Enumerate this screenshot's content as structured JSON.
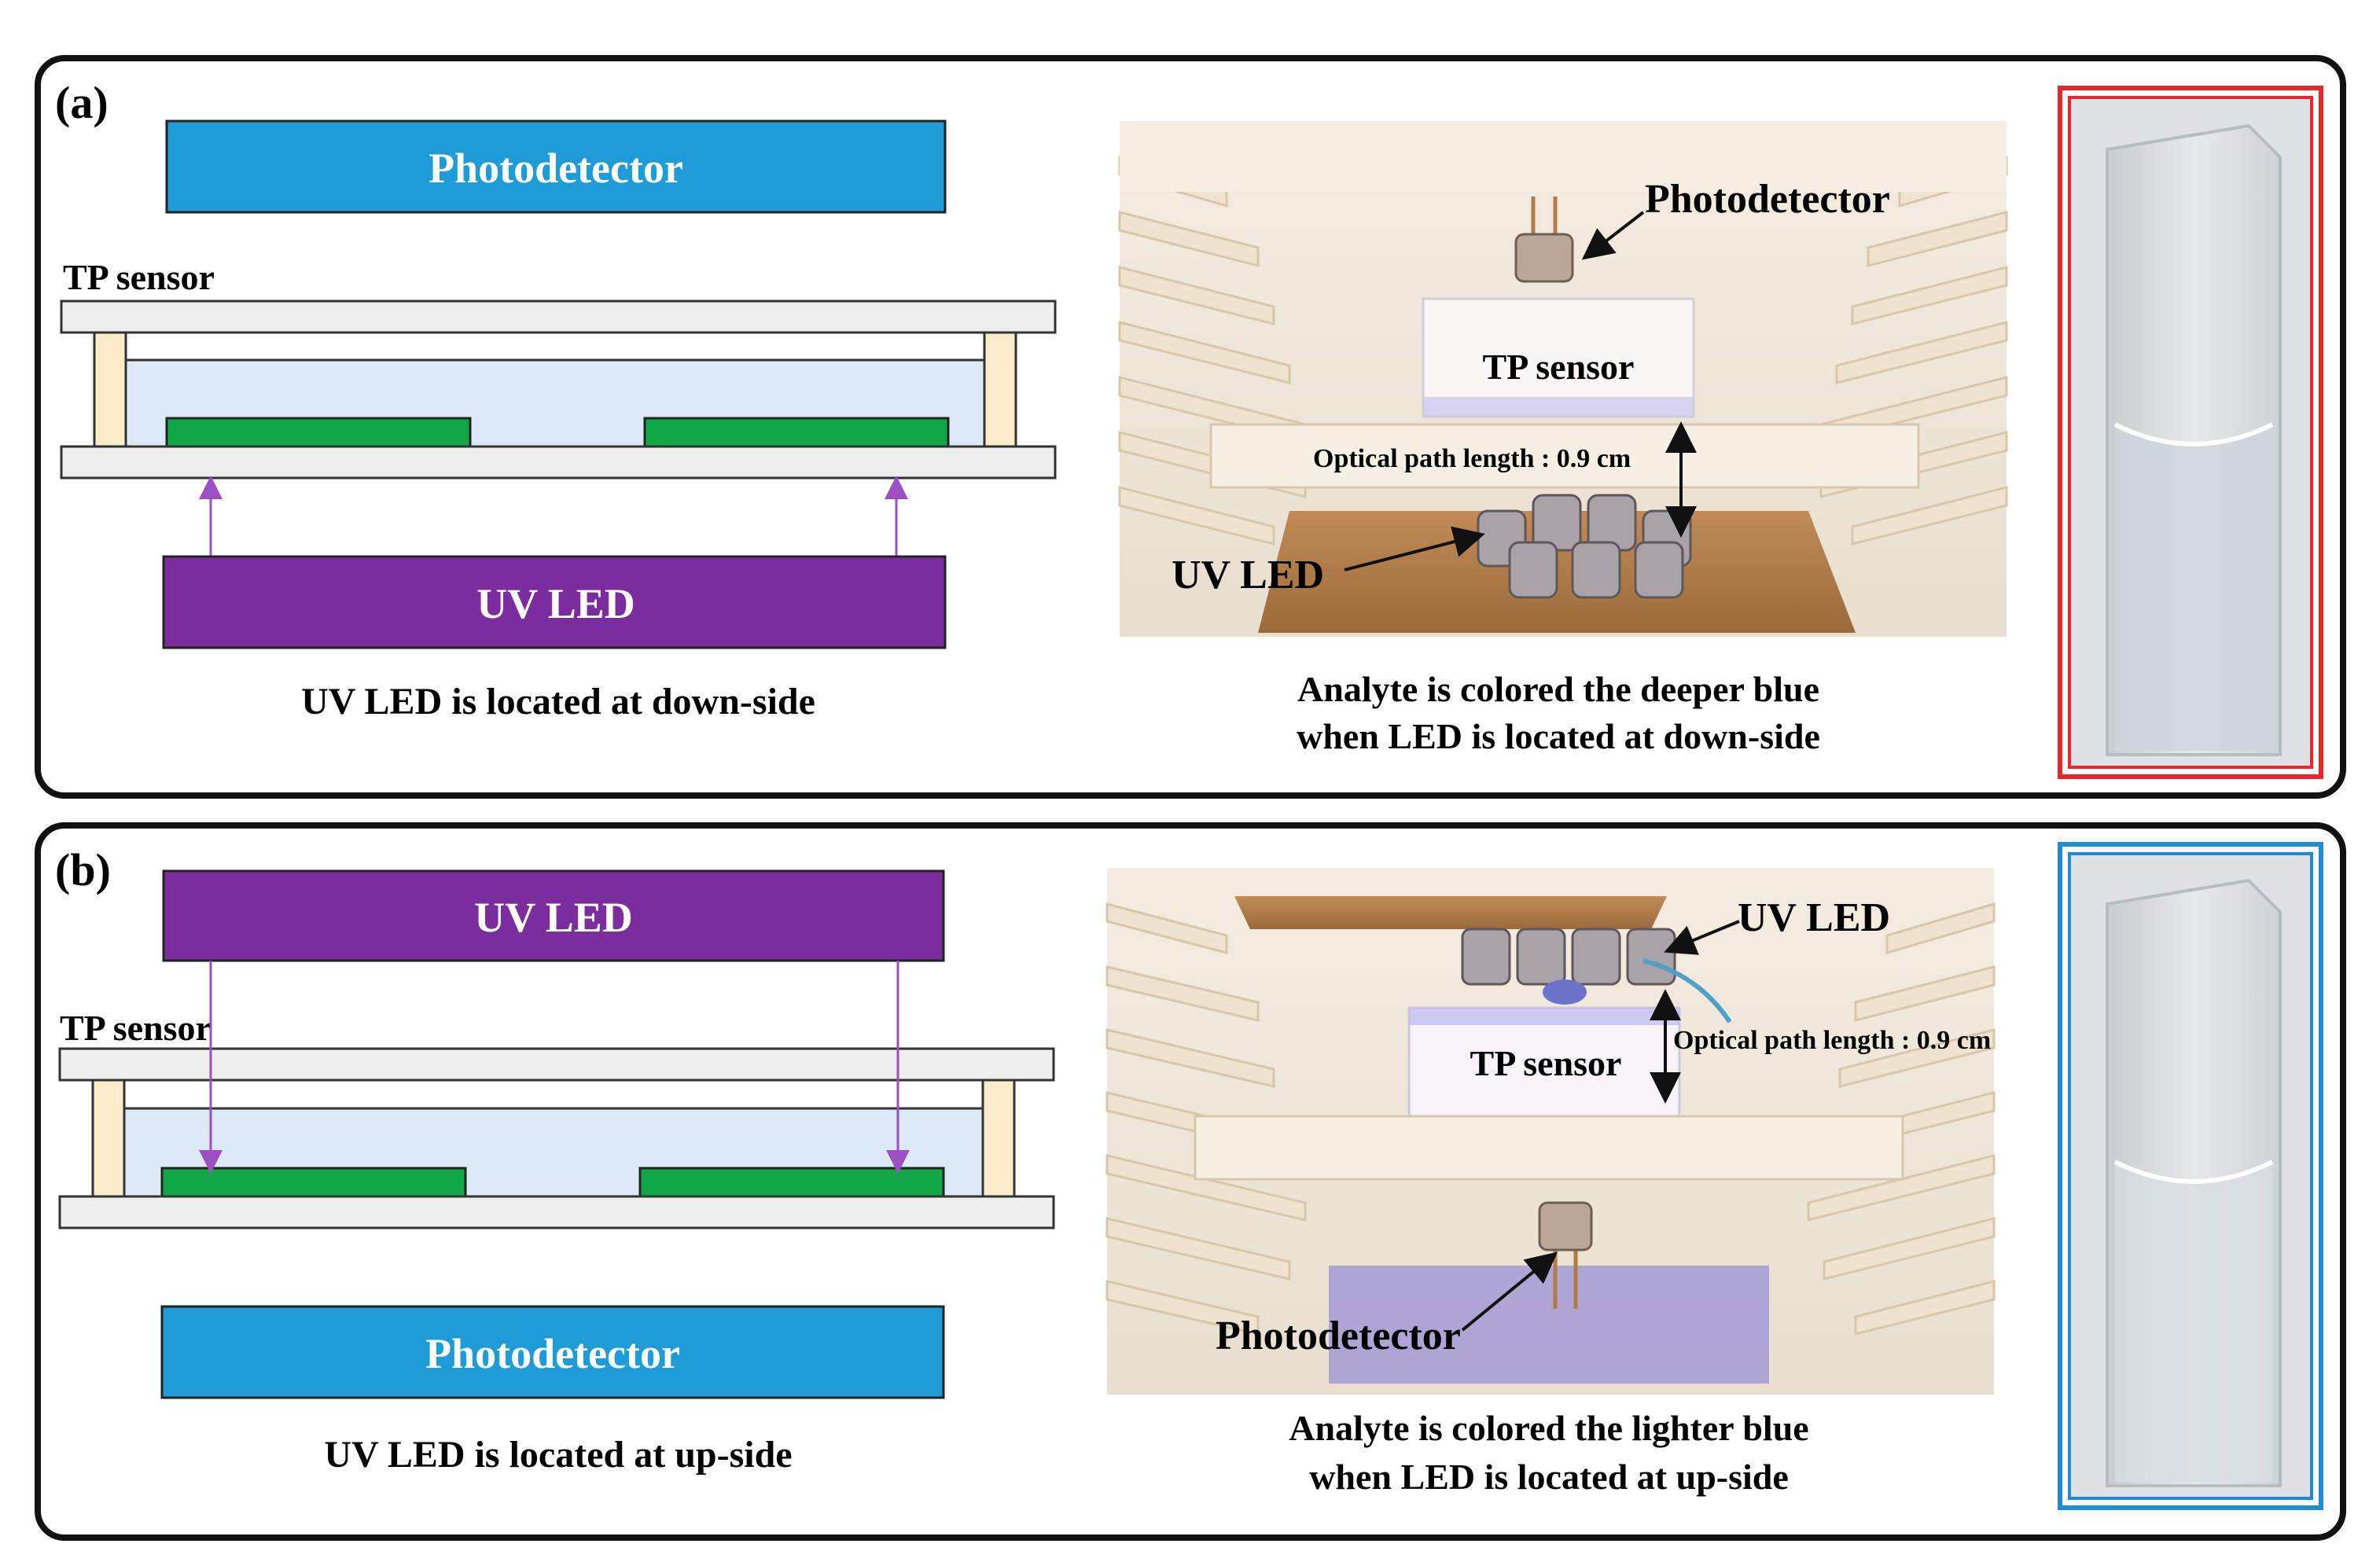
{
  "panels": [
    {
      "tag": "(a)",
      "top_box_label": "Photodetector",
      "bottom_box_label": "UV LED",
      "sensor_label": "TP sensor",
      "schematic_caption": "UV LED is located at down-side",
      "photo_labels": {
        "top": "Photodetector",
        "sensor": "TP sensor",
        "path": "Optical path length : 0.9 cm",
        "bottom": "UV LED"
      },
      "photo_caption_line1": "Analyte is colored the deeper blue",
      "photo_caption_line2": "when LED is located at down-side",
      "cuvette_frame_color": "#e8262b"
    },
    {
      "tag": "(b)",
      "top_box_label": "UV LED",
      "bottom_box_label": "Photodetector",
      "sensor_label": "TP sensor",
      "schematic_caption": "UV LED is located at up-side",
      "photo_labels": {
        "top": "UV LED",
        "sensor": "TP sensor",
        "path": "Optical path length : 0.9 cm",
        "bottom": "Photodetector"
      },
      "photo_caption_line1": "Analyte is colored the lighter blue",
      "photo_caption_line2": "when LED is located at up-side",
      "cuvette_frame_color": "#1e8bd2"
    }
  ],
  "colors": {
    "photodetector_box": "#1f9bd8",
    "uv_led_box": "#7b2d9e",
    "electrode": "#12a84a",
    "chamber_fill": "#dbeaf6",
    "spacer": "#fbecc9",
    "plate": "#eeeeee",
    "arrow": "#9b4fc0"
  }
}
